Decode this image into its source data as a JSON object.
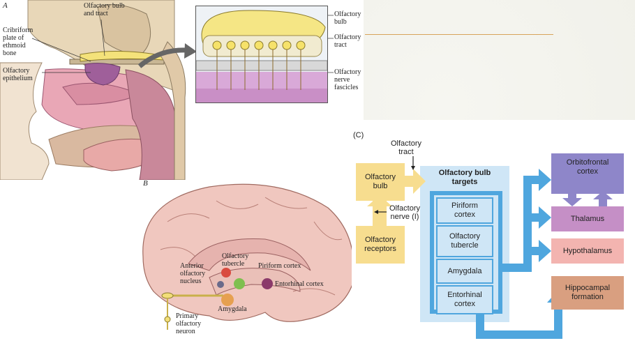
{
  "panel_a": {
    "letter": "A",
    "labels": {
      "bulb_tract": "Olfactory bulb\nand tract",
      "cribriform": "Cribriform\nplate of\nethmoid\nbone",
      "epithelium": "Olfactory\nepithelium"
    },
    "inset_labels": {
      "bulb": "Olfactory\nbulb",
      "tract": "Olfactory\ntract",
      "nerve": "Olfactory\nnerve\nfascicles"
    }
  },
  "panel_b": {
    "letter": "B",
    "labels": {
      "tubercle": "Olfactory\ntubercle",
      "piriform": "Piriform cortex",
      "entorhinal": "Entorhinal cortex",
      "anterior": "Anterior\nolfactory\nnucleus",
      "amygdala": "Amygdala",
      "primary": "Primary\nolfactory\nneuron"
    }
  },
  "panel_c": {
    "letter": "(C)",
    "tract_label": "Olfactory\ntract",
    "nerve_label": "Olfactory\nnerve (I)",
    "bulb": "Olfactory\nbulb",
    "receptors": "Olfactory\nreceptors",
    "targets_title": "Olfactory bulb\ntargets",
    "targets": [
      "Piriform\ncortex",
      "Olfactory\ntubercle",
      "Amygdala",
      "Entorhinal\ncortex"
    ],
    "outputs": {
      "orbitofrontal": "Orbitofrontal\ncortex",
      "thalamus": "Thalamus",
      "hypothalamus": "Hypothalamus",
      "hippocampal": "Hippocampal\nformation"
    },
    "colors": {
      "yellow": "#f7dd8f",
      "light_blue": "#cfe6f6",
      "arrow_blue": "#4fa6de",
      "purple": "#8e86c9",
      "violet": "#c58fc6",
      "pink": "#f3b4b0",
      "tan": "#d99f80"
    }
  }
}
